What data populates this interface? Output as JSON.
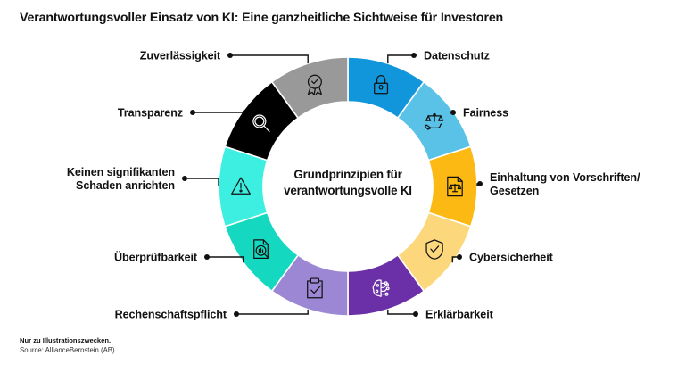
{
  "page_title": "Verantwortungsvoller Einsatz von KI: Eine ganzheitliche Sichtweise für Investoren",
  "center": {
    "line1": "Grundprinzipien für",
    "line2": "verantwortungsvolle KI"
  },
  "footer": {
    "disclaimer": "Nur zu Illustrationszwecken.",
    "source": "Source: AllianceBernstein (AB)"
  },
  "chart_data": {
    "type": "pie",
    "title": "Verantwortungsvoller Einsatz von KI: Eine ganzheitliche Sichtweise für Investoren",
    "subtitle": "Grundprinzipien für verantwortungsvolle KI",
    "variant": "donut",
    "legend": "labels-with-leader-lines",
    "grid": false,
    "equal_slices": true,
    "slice_count": 10,
    "slice_degrees": 36,
    "start_angle_deg": 0,
    "categories": [
      "Datenschutz",
      "Fairness",
      "Einhaltung von Vorschriften/ Gesetzen",
      "Cybersicherheit",
      "Erklärbarkeit",
      "Rechenschaftspflicht",
      "Überprüfbarkeit",
      "Keinen signifikanten Schaden anrichten",
      "Transparenz",
      "Zuverlässigkeit"
    ],
    "values": [
      10,
      10,
      10,
      10,
      10,
      10,
      10,
      10,
      10,
      10
    ],
    "colors": [
      "#1196DB",
      "#5BC2E7",
      "#FDB913",
      "#FCD77B",
      "#6B2FA8",
      "#9B87D4",
      "#14D9C0",
      "#3DEFE0",
      "#000000",
      "#999999"
    ],
    "segments": [
      {
        "id": "datenschutz",
        "label_line1": "Datenschutz",
        "label_line2": "",
        "color": "#1196DB",
        "icon": "lock-icon",
        "side": "right",
        "start_deg": 0,
        "end_deg": 36
      },
      {
        "id": "fairness",
        "label_line1": "Fairness",
        "label_line2": "",
        "color": "#5BC2E7",
        "icon": "scales-on-hand-icon",
        "side": "right",
        "start_deg": 36,
        "end_deg": 72
      },
      {
        "id": "einhaltung-vorschriften",
        "label_line1": "Einhaltung von Vorschriften/",
        "label_line2": "Gesetzen",
        "color": "#FDB913",
        "icon": "document-scales-icon",
        "side": "right",
        "start_deg": 72,
        "end_deg": 108
      },
      {
        "id": "cybersicherheit",
        "label_line1": "Cybersicherheit",
        "label_line2": "",
        "color": "#FCD77B",
        "icon": "shield-check-icon",
        "side": "right",
        "start_deg": 108,
        "end_deg": 144
      },
      {
        "id": "erklaerbarkeit",
        "label_line1": "Erklärbarkeit",
        "label_line2": "",
        "color": "#6B2FA8",
        "icon": "brain-circuit-icon",
        "side": "right",
        "start_deg": 144,
        "end_deg": 180
      },
      {
        "id": "rechenschaftspflicht",
        "label_line1": "Rechenschaftspflicht",
        "label_line2": "",
        "color": "#9B87D4",
        "icon": "clipboard-check-icon",
        "side": "left",
        "start_deg": 180,
        "end_deg": 216
      },
      {
        "id": "ueberpruefbarkeit",
        "label_line1": "Überprüfbarkeit",
        "label_line2": "",
        "color": "#14D9C0",
        "icon": "document-magnifier-chart-icon",
        "side": "left",
        "start_deg": 216,
        "end_deg": 252
      },
      {
        "id": "kein-schaden",
        "label_line1": "Keinen signifikanten",
        "label_line2": "Schaden anrichten",
        "color": "#3DEFE0",
        "icon": "warning-triangle-icon",
        "side": "left",
        "start_deg": 252,
        "end_deg": 288
      },
      {
        "id": "transparenz",
        "label_line1": "Transparenz",
        "label_line2": "",
        "color": "#000000",
        "icon": "magnifier-icon",
        "side": "left",
        "start_deg": 288,
        "end_deg": 324
      },
      {
        "id": "zuverlaessigkeit",
        "label_line1": "Zuverlässigkeit",
        "label_line2": "",
        "color": "#999999",
        "icon": "award-ribbon-icon",
        "side": "left",
        "start_deg": 324,
        "end_deg": 360
      }
    ]
  }
}
